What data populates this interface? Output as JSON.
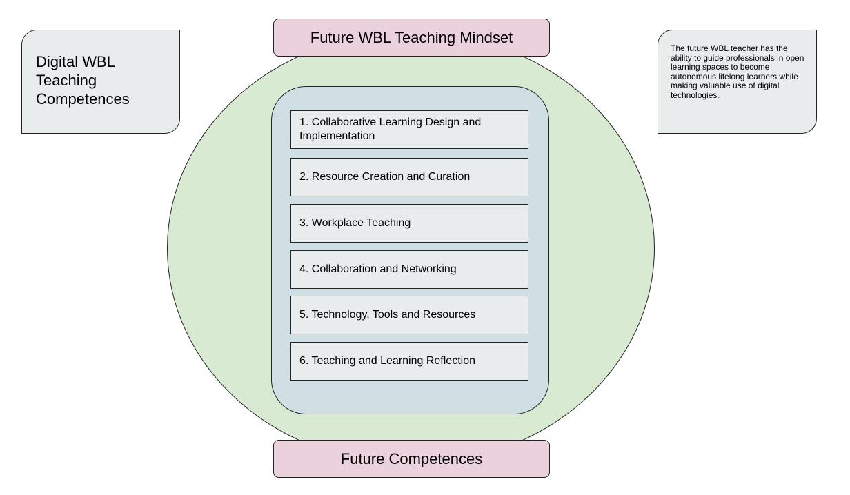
{
  "left_card": {
    "title": "Digital WBL Teaching Competences"
  },
  "right_card": {
    "text": "The future WBL teacher has the ability to guide professionals in open learning spaces to become autonomous lifelong learners while making valuable use of digital technologies."
  },
  "top_banner": {
    "label": "Future WBL Teaching Mindset"
  },
  "bottom_banner": {
    "label": "Future Competences"
  },
  "competences": [
    "1. Collaborative Learning Design and Implementation",
    "2. Resource Creation and Curation",
    "3. Workplace Teaching",
    "4. Collaboration and Networking",
    "5. Technology, Tools and Resources",
    "6. Teaching and Learning Reflection"
  ],
  "colors": {
    "circle_fill": "#d9ead3",
    "banner_fill": "#ead1dc",
    "panel_fill": "#d0dfe3",
    "card_fill": "#e8ecec"
  }
}
